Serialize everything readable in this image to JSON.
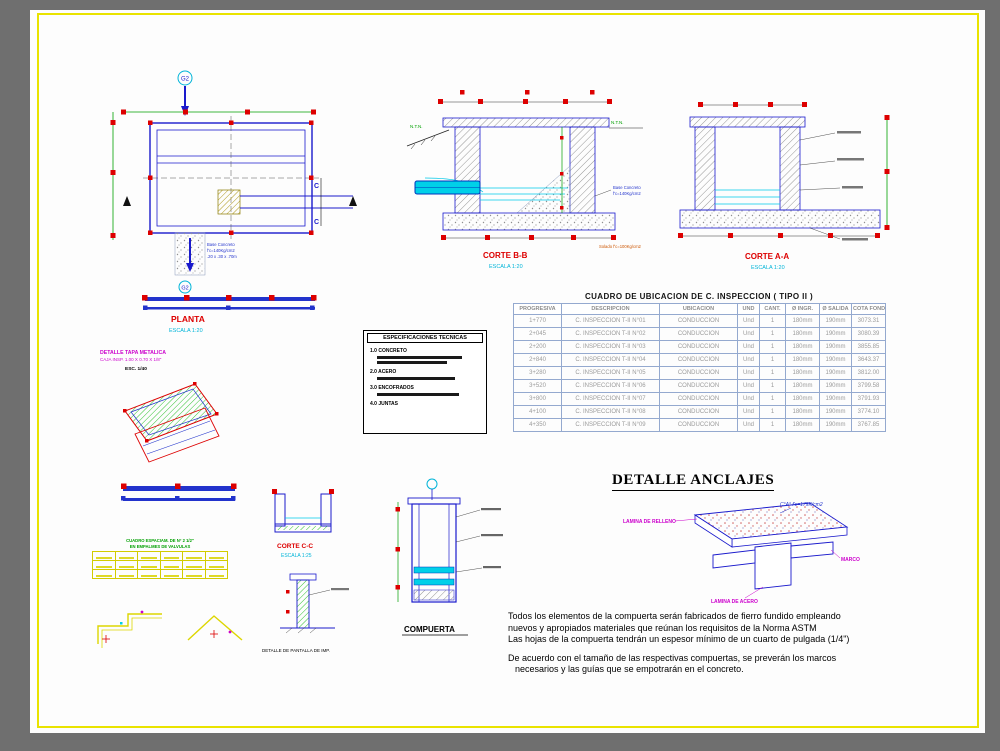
{
  "colors": {
    "red": "#dd0000",
    "blue": "#1a1acc",
    "cyan": "#00b4d8",
    "green": "#00a000",
    "magenta": "#cc00cc",
    "yellow": "#e9e300"
  },
  "planta": {
    "title": "PLANTA",
    "scale": "ESCALA 1:20",
    "bubble_top": "G2",
    "bubble_bottom": "G2",
    "section_letter": "C",
    "base_note": [
      "Base Concreto",
      "f'c=140Kg/cm2",
      ".20 x .30 x .70m"
    ]
  },
  "corte_bb": {
    "title": "CORTE B-B",
    "scale": "ESCALA 1:20",
    "ntn": "N.T.N.",
    "base_note": [
      "Base Concreto",
      "f'c=140Kg/cm2"
    ],
    "solado_note": "Solado f'c=100Kg/cm2"
  },
  "corte_aa": {
    "title": "CORTE A-A",
    "scale": "ESCALA 1:20"
  },
  "corte_cc": {
    "title": "CORTE C-C",
    "scale": "ESCALA 1:25"
  },
  "pantalla": {
    "caption": "DETALLE DE PANTALLA DE IMP."
  },
  "compuerta": {
    "title": "COMPUERTA"
  },
  "tapa": {
    "title": "DETALLE TAPA METALICA",
    "subtitle": "CAJA INSP. 1.00 X 0.70 X 1/8\"",
    "scale": "ESC.  1/40"
  },
  "anclajes": {
    "title": "DETALLE ANCLAJES",
    "label_relleno": "LAMINA DE RELLENO",
    "label_concreto": "C°A° f'c=175K/cm2",
    "label_marco": "MARCO",
    "label_acero": "LAMINA DE ACERO"
  },
  "specs": {
    "title": "ESPECIFICACIONES  TECNICAS",
    "items": [
      "1.0 CONCRETO",
      "2.0 ACERO",
      "3.0 ENCOFRADOS",
      "4.0 JUNTAS"
    ]
  },
  "valvulas": {
    "title_line1": "CUADRO ESPACIAM. DE N° 2 1/2\"",
    "title_line2": "EN EMPALMES DE VALVULAS"
  },
  "cuadro": {
    "title": "CUADRO DE UBICACION DE C. INSPECCION ( TIPO II )",
    "headers": [
      "PROGRESIVA",
      "DESCRIPCION",
      "UBICACION",
      "UND",
      "CANT.",
      "Ø INGR.",
      "Ø SALIDA",
      "COTA FOND."
    ],
    "rows": [
      [
        "1+770",
        "C. INSPECCION T-II N°01",
        "CONDUCCION",
        "Und",
        "1",
        "180mm",
        "190mm",
        "3073.31"
      ],
      [
        "2+045",
        "C. INSPECCION T-II N°02",
        "CONDUCCION",
        "Und",
        "1",
        "180mm",
        "190mm",
        "3080.39"
      ],
      [
        "2+200",
        "C. INSPECCION T-II N°03",
        "CONDUCCION",
        "Und",
        "1",
        "180mm",
        "190mm",
        "3855.85"
      ],
      [
        "2+840",
        "C. INSPECCION T-II N°04",
        "CONDUCCION",
        "Und",
        "1",
        "180mm",
        "190mm",
        "3643.37"
      ],
      [
        "3+280",
        "C. INSPECCION T-II N°05",
        "CONDUCCION",
        "Und",
        "1",
        "180mm",
        "190mm",
        "3812.00"
      ],
      [
        "3+520",
        "C. INSPECCION T-II N°06",
        "CONDUCCION",
        "Und",
        "1",
        "180mm",
        "190mm",
        "3799.58"
      ],
      [
        "3+800",
        "C. INSPECCION T-II N°07",
        "CONDUCCION",
        "Und",
        "1",
        "180mm",
        "190mm",
        "3791.93"
      ],
      [
        "4+100",
        "C. INSPECCION T-II N°08",
        "CONDUCCION",
        "Und",
        "1",
        "180mm",
        "190mm",
        "3774.10"
      ],
      [
        "4+350",
        "C. INSPECCION T-II N°09",
        "CONDUCCION",
        "Und",
        "1",
        "180mm",
        "190mm",
        "3767.85"
      ]
    ]
  },
  "notes": {
    "lines": [
      "Todos los elementos de la compuerta serán fabricados de fierro fundido empleando",
      "nuevos y apropiados materiales que reúnan los requisitos de la Norma ASTM",
      "Las hojas de la compuerta tendrán un espesor mínimo de un cuarto de pulgada (1/4\")",
      "De acuerdo con el tamaño de las respectivas compuertas, se preverán los marcos",
      "necesarios y las guías que se empotrarán en el concreto."
    ]
  }
}
